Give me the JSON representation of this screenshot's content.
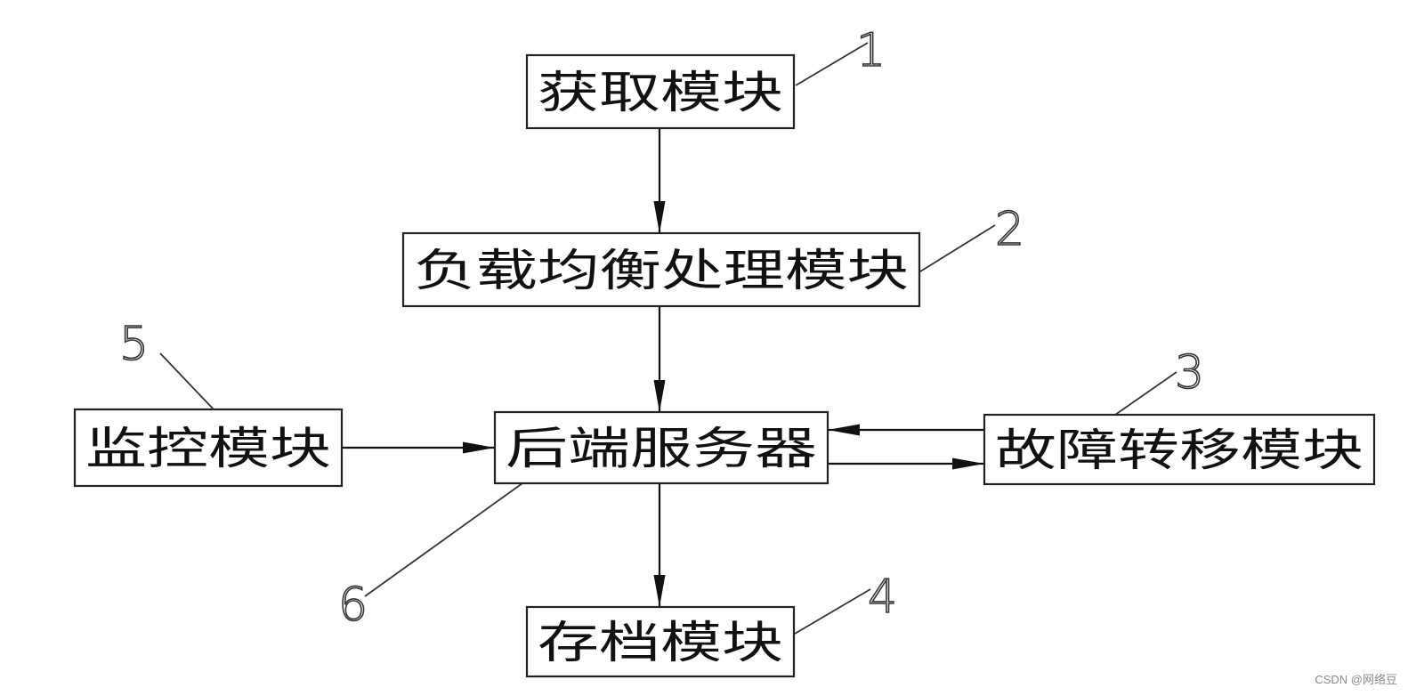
{
  "diagram": {
    "type": "block-diagram",
    "nodes": [
      {
        "id": "acquire",
        "label": "获取模块",
        "ref": "1"
      },
      {
        "id": "loadbalance",
        "label": "负载均衡处理模块",
        "ref": "2"
      },
      {
        "id": "failover",
        "label": "故障转移模块",
        "ref": "3"
      },
      {
        "id": "archive",
        "label": "存档模块",
        "ref": "4"
      },
      {
        "id": "monitor",
        "label": "监控模块",
        "ref": "5"
      },
      {
        "id": "backend",
        "label": "后端服务器",
        "ref": "6"
      }
    ],
    "edges": [
      {
        "from": "acquire",
        "to": "loadbalance"
      },
      {
        "from": "loadbalance",
        "to": "backend"
      },
      {
        "from": "monitor",
        "to": "backend"
      },
      {
        "from": "failover",
        "to": "backend"
      },
      {
        "from": "backend",
        "to": "failover"
      },
      {
        "from": "backend",
        "to": "archive"
      }
    ],
    "colors": {
      "line": "#111111",
      "background": "#ffffff"
    }
  },
  "watermark": "CSDN @网络豆"
}
